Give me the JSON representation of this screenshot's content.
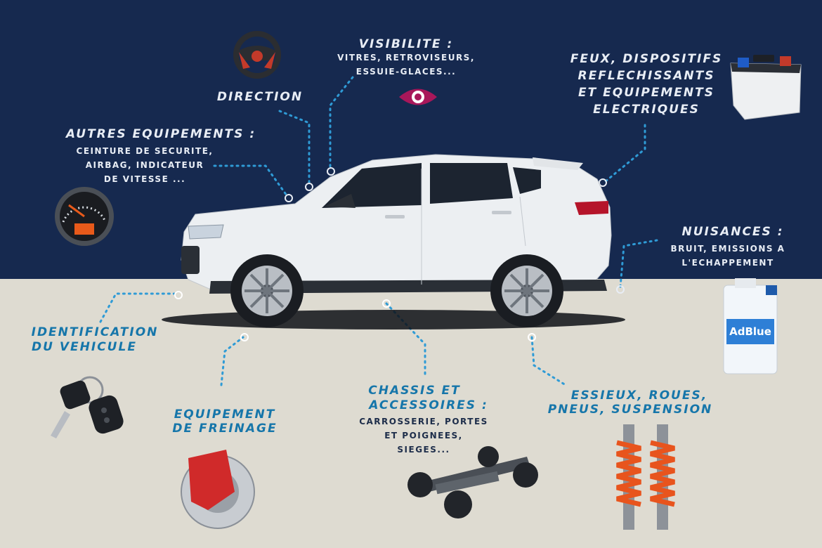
{
  "colors": {
    "navy_bg": "#16294f",
    "beige_bg": "#dedbd1",
    "dotted_line": "#2f9bd6",
    "heading_dark": "#1676aa",
    "eye_icon": "#a8175a"
  },
  "labels": {
    "direction": "DIRECTION",
    "visibilite_title": "VISIBILITE :",
    "visibilite_sub1": "VITRES, RETROVISEURS,",
    "visibilite_sub2": "ESSUIE-GLACES...",
    "feux_1": "FEUX, DISPOSITIFS",
    "feux_2": "REFLECHISSANTS",
    "feux_3": "ET EQUIPEMENTS",
    "feux_4": "ELECTRIQUES",
    "autres_title": "AUTRES EQUIPEMENTS :",
    "autres_sub1": "CEINTURE DE SECURITE,",
    "autres_sub2": "AIRBAG, INDICATEUR",
    "autres_sub3": "DE VITESSE ...",
    "nuisances_title": "NUISANCES :",
    "nuisances_sub1": "BRUIT, EMISSIONS A",
    "nuisances_sub2": "L'ECHAPPEMENT",
    "identification_1": "IDENTIFICATION",
    "identification_2": "DU VEHICULE",
    "freinage_1": "EQUIPEMENT",
    "freinage_2": "DE FREINAGE",
    "chassis_1": "CHASSIS ET",
    "chassis_2": "ACCESSOIRES :",
    "chassis_sub1": "CARROSSERIE, PORTES",
    "chassis_sub2": "ET POIGNEES,",
    "chassis_sub3": "SIEGES...",
    "essieux_1": "ESSIEUX, ROUES,",
    "essieux_2": "PNEUS, SUSPENSION"
  },
  "adblue_label": "AdBlue",
  "icons": [
    "steering-wheel-icon",
    "eye-icon",
    "car-battery-icon",
    "speedometer-icon",
    "adblue-can-icon",
    "car-keys-icon",
    "brake-disc-icon",
    "chassis-icon",
    "shock-absorber-icon"
  ]
}
